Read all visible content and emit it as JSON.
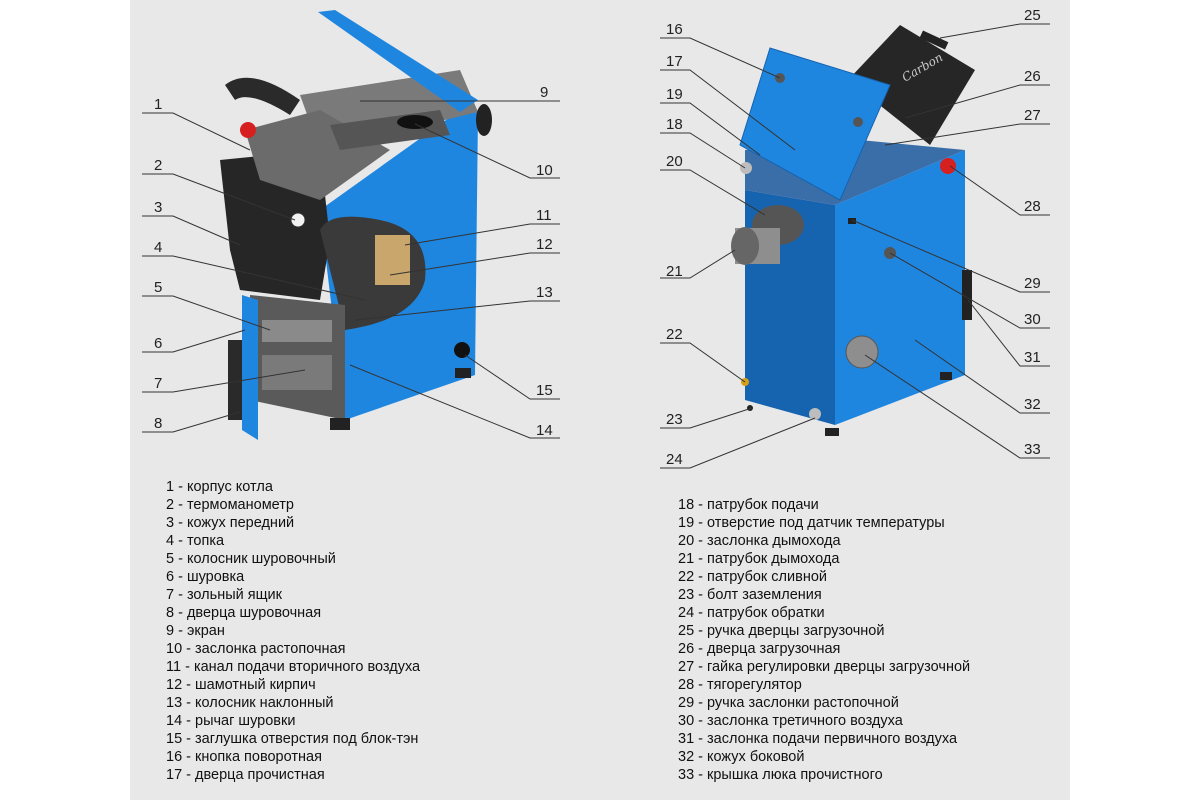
{
  "callouts_left": [
    "1",
    "2",
    "3",
    "4",
    "5",
    "6",
    "7",
    "8",
    "9",
    "10",
    "11",
    "12",
    "13",
    "14",
    "15"
  ],
  "callouts_right": [
    "16",
    "17",
    "18",
    "19",
    "20",
    "21",
    "22",
    "23",
    "24",
    "25",
    "26",
    "27",
    "28",
    "29",
    "30",
    "31",
    "32",
    "33"
  ],
  "logo_text": "Carbon",
  "legend": [
    {
      "num": "1",
      "text": "1 - корпус котла"
    },
    {
      "num": "2",
      "text": "2 - термоманометр"
    },
    {
      "num": "3",
      "text": "3 - кожух передний"
    },
    {
      "num": "4",
      "text": "4 - топка"
    },
    {
      "num": "5",
      "text": "5 - колосник шуровочный"
    },
    {
      "num": "6",
      "text": "6 - шуровка"
    },
    {
      "num": "7",
      "text": "7 - зольный ящик"
    },
    {
      "num": "8",
      "text": "8 - дверца шуровочная"
    },
    {
      "num": "9",
      "text": "9 - экран"
    },
    {
      "num": "10",
      "text": "10 - заслонка растопочная"
    },
    {
      "num": "11",
      "text": "11 - канал подачи вторичного воздуха"
    },
    {
      "num": "12",
      "text": "12 - шамотный кирпич"
    },
    {
      "num": "13",
      "text": "13 - колосник наклонный"
    },
    {
      "num": "14",
      "text": "14 - рычаг шуровки"
    },
    {
      "num": "15",
      "text": "15 - заглушка отверстия под блок-тэн"
    },
    {
      "num": "16",
      "text": "16 - кнопка поворотная"
    },
    {
      "num": "17",
      "text": "17 - дверца прочистная"
    },
    {
      "num": "18",
      "text": "18 - патрубок подачи"
    },
    {
      "num": "19",
      "text": "19 - отверстие под датчик температуры"
    },
    {
      "num": "20",
      "text": "20 - заслонка дымохода"
    },
    {
      "num": "21",
      "text": "21 - патрубок дымохода"
    },
    {
      "num": "22",
      "text": "22 - патрубок сливной"
    },
    {
      "num": "23",
      "text": "23 - болт заземления"
    },
    {
      "num": "24",
      "text": "24 - патрубок обратки"
    },
    {
      "num": "25",
      "text": "25 - ручка дверцы загрузочной"
    },
    {
      "num": "26",
      "text": "26 - дверца загрузочная"
    },
    {
      "num": "27",
      "text": "27 - гайка регулировки дверцы загрузочной"
    },
    {
      "num": "28",
      "text": "28 - тягорегулятор"
    },
    {
      "num": "29",
      "text": "29 - ручка заслонки растопочной"
    },
    {
      "num": "30",
      "text": "30 - заслонка третичного воздуха"
    },
    {
      "num": "31",
      "text": "31 - заслонка подачи первичного воздуха"
    },
    {
      "num": "32",
      "text": "32 - кожух боковой"
    },
    {
      "num": "33",
      "text": "33 - крышка люка прочистного"
    }
  ],
  "colors": {
    "body_blue": "#1f86e0",
    "dark_blue": "#1663b0",
    "panel_black": "#262626",
    "background": "#e8e8e8"
  }
}
